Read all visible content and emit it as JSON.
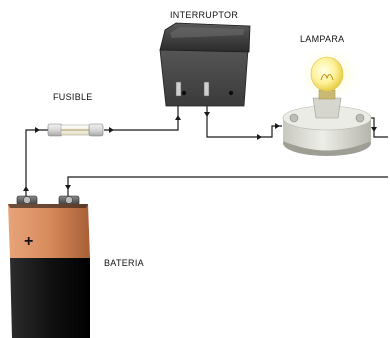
{
  "labels": {
    "switch": "INTERRUPTOR",
    "lamp": "LAMPARA",
    "fuse": "FUSIBLE",
    "battery": "BATERIA",
    "battery_symbol": "+"
  },
  "colors": {
    "wire": "#1a1a1a",
    "switch_body": "#3a3a3a",
    "battery_top": "#c97a4d",
    "battery_bottom": "#141414",
    "lamp_base": "#d9d9d2",
    "bulb_glow": "#fff6a8"
  }
}
